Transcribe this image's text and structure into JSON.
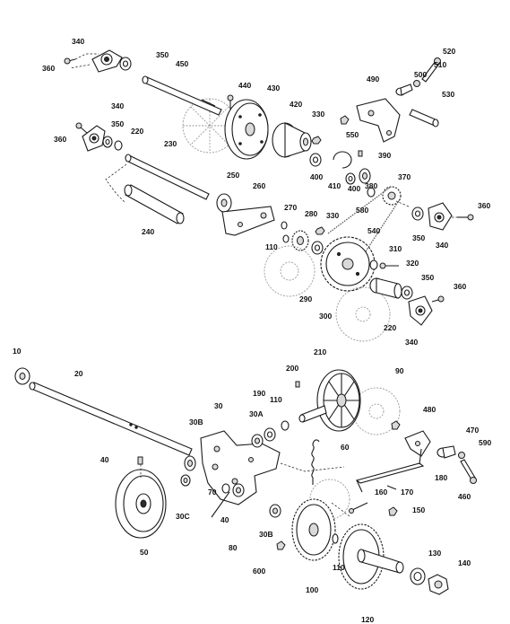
{
  "labels": [
    {
      "id": "340a",
      "text": "340"
    },
    {
      "id": "360a",
      "text": "360"
    },
    {
      "id": "350a",
      "text": "350"
    },
    {
      "id": "450",
      "text": "450"
    },
    {
      "id": "440",
      "text": "440"
    },
    {
      "id": "430",
      "text": "430"
    },
    {
      "id": "340b",
      "text": "340"
    },
    {
      "id": "350b",
      "text": "350"
    },
    {
      "id": "220a",
      "text": "220"
    },
    {
      "id": "360b",
      "text": "360"
    },
    {
      "id": "230",
      "text": "230"
    },
    {
      "id": "420",
      "text": "420"
    },
    {
      "id": "330a",
      "text": "330"
    },
    {
      "id": "520",
      "text": "520"
    },
    {
      "id": "510",
      "text": "510"
    },
    {
      "id": "500",
      "text": "500"
    },
    {
      "id": "490",
      "text": "490"
    },
    {
      "id": "530",
      "text": "530"
    },
    {
      "id": "550",
      "text": "550"
    },
    {
      "id": "390",
      "text": "390"
    },
    {
      "id": "250",
      "text": "250"
    },
    {
      "id": "260",
      "text": "260"
    },
    {
      "id": "400a",
      "text": "400"
    },
    {
      "id": "410",
      "text": "410"
    },
    {
      "id": "400b",
      "text": "400"
    },
    {
      "id": "380",
      "text": "380"
    },
    {
      "id": "370",
      "text": "370"
    },
    {
      "id": "580",
      "text": "580"
    },
    {
      "id": "240",
      "text": "240"
    },
    {
      "id": "270",
      "text": "270"
    },
    {
      "id": "330b",
      "text": "330"
    },
    {
      "id": "280",
      "text": "280"
    },
    {
      "id": "540",
      "text": "540"
    },
    {
      "id": "360c",
      "text": "360"
    },
    {
      "id": "350c",
      "text": "350"
    },
    {
      "id": "340c",
      "text": "340"
    },
    {
      "id": "110a",
      "text": "110"
    },
    {
      "id": "310",
      "text": "310"
    },
    {
      "id": "320",
      "text": "320"
    },
    {
      "id": "290",
      "text": "290"
    },
    {
      "id": "350d",
      "text": "350"
    },
    {
      "id": "360d",
      "text": "360"
    },
    {
      "id": "300",
      "text": "300"
    },
    {
      "id": "220b",
      "text": "220"
    },
    {
      "id": "340d",
      "text": "340"
    },
    {
      "id": "10",
      "text": "10"
    },
    {
      "id": "20",
      "text": "20"
    },
    {
      "id": "210",
      "text": "210"
    },
    {
      "id": "200",
      "text": "200"
    },
    {
      "id": "90",
      "text": "90"
    },
    {
      "id": "190",
      "text": "190"
    },
    {
      "id": "110b",
      "text": "110"
    },
    {
      "id": "30",
      "text": "30"
    },
    {
      "id": "30A",
      "text": "30A"
    },
    {
      "id": "480",
      "text": "480"
    },
    {
      "id": "30B",
      "text": "30B"
    },
    {
      "id": "470",
      "text": "470"
    },
    {
      "id": "590",
      "text": "590"
    },
    {
      "id": "60",
      "text": "60"
    },
    {
      "id": "40a",
      "text": "40"
    },
    {
      "id": "180",
      "text": "180"
    },
    {
      "id": "460",
      "text": "460"
    },
    {
      "id": "70",
      "text": "70"
    },
    {
      "id": "170",
      "text": "170"
    },
    {
      "id": "160",
      "text": "160"
    },
    {
      "id": "30C",
      "text": "30C"
    },
    {
      "id": "40b",
      "text": "40"
    },
    {
      "id": "150",
      "text": "150"
    },
    {
      "id": "30B2",
      "text": "30B"
    },
    {
      "id": "80",
      "text": "80"
    },
    {
      "id": "50",
      "text": "50"
    },
    {
      "id": "600",
      "text": "600"
    },
    {
      "id": "130",
      "text": "130"
    },
    {
      "id": "110c",
      "text": "110"
    },
    {
      "id": "140",
      "text": "140"
    },
    {
      "id": "100",
      "text": "100"
    },
    {
      "id": "120",
      "text": "120"
    }
  ]
}
